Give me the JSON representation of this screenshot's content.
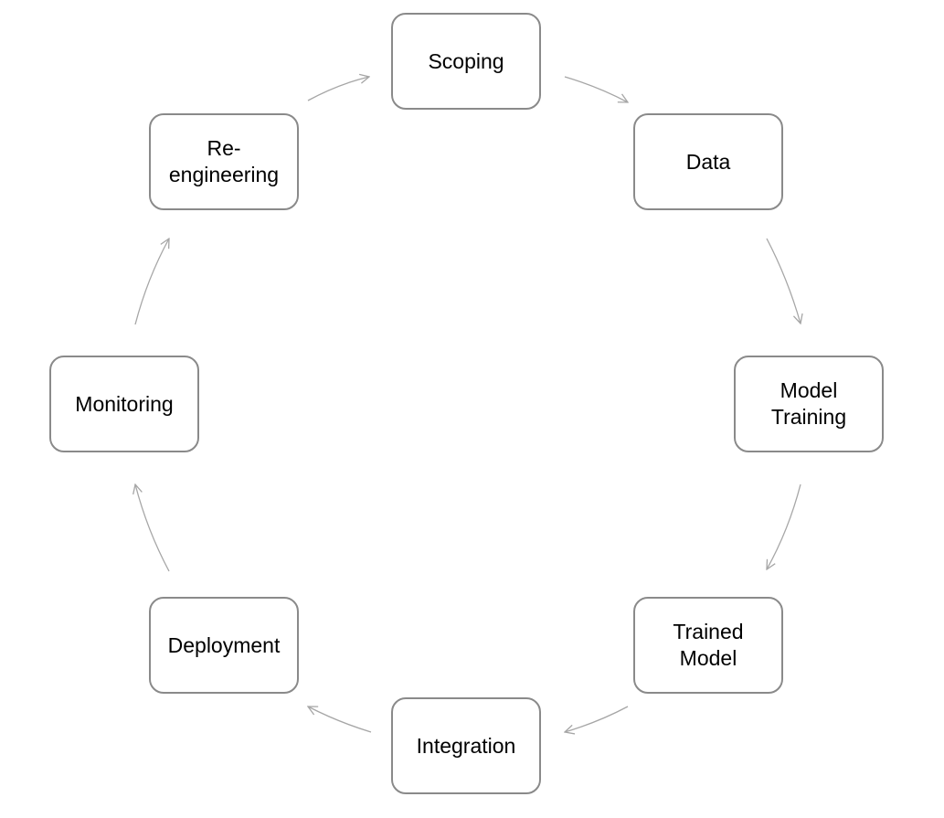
{
  "diagram": {
    "type": "cycle",
    "colors": {
      "node_border": "#8a8a8a",
      "arrow": "#a6a6a6",
      "text": "#000000",
      "background": "#ffffff"
    },
    "nodes": [
      {
        "id": "scoping",
        "label": "Scoping"
      },
      {
        "id": "data",
        "label": "Data"
      },
      {
        "id": "model-training",
        "label": "Model\nTraining"
      },
      {
        "id": "trained-model",
        "label": "Trained\nModel"
      },
      {
        "id": "integration",
        "label": "Integration"
      },
      {
        "id": "deployment",
        "label": "Deployment"
      },
      {
        "id": "monitoring",
        "label": "Monitoring"
      },
      {
        "id": "re-engineering",
        "label": "Re-\nengineering"
      }
    ],
    "edges": [
      {
        "from": "scoping",
        "to": "data"
      },
      {
        "from": "data",
        "to": "model-training"
      },
      {
        "from": "model-training",
        "to": "trained-model"
      },
      {
        "from": "trained-model",
        "to": "integration"
      },
      {
        "from": "integration",
        "to": "deployment"
      },
      {
        "from": "deployment",
        "to": "monitoring"
      },
      {
        "from": "monitoring",
        "to": "re-engineering"
      },
      {
        "from": "re-engineering",
        "to": "scoping"
      }
    ]
  }
}
